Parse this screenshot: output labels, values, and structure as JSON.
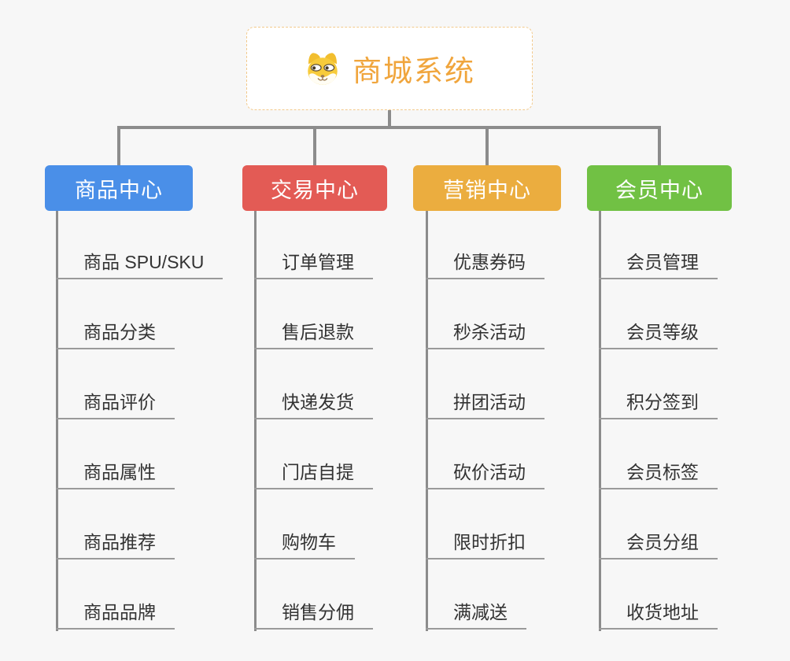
{
  "root": {
    "title": "商城系统",
    "icon": "doge-icon"
  },
  "colors": {
    "background": "#F7F7F7",
    "connector": "#8C8C8C",
    "item_underline": "#9A9A9A",
    "item_text": "#333333",
    "root_text": "#F0A53C",
    "root_border": "#F2C98B"
  },
  "branches": [
    {
      "label": "商品中心",
      "color": "#4A8FE8",
      "items": [
        "商品 SPU/SKU",
        "商品分类",
        "商品评价",
        "商品属性",
        "商品推荐",
        "商品品牌"
      ]
    },
    {
      "label": "交易中心",
      "color": "#E35B55",
      "items": [
        "订单管理",
        "售后退款",
        "快递发货",
        "门店自提",
        "购物车",
        "销售分佣"
      ]
    },
    {
      "label": "营销中心",
      "color": "#EBAD3F",
      "items": [
        "优惠券码",
        "秒杀活动",
        "拼团活动",
        "砍价活动",
        "限时折扣",
        "满减送"
      ]
    },
    {
      "label": "会员中心",
      "color": "#71C144",
      "items": [
        "会员管理",
        "会员等级",
        "积分签到",
        "会员标签",
        "会员分组",
        "收货地址"
      ]
    }
  ]
}
